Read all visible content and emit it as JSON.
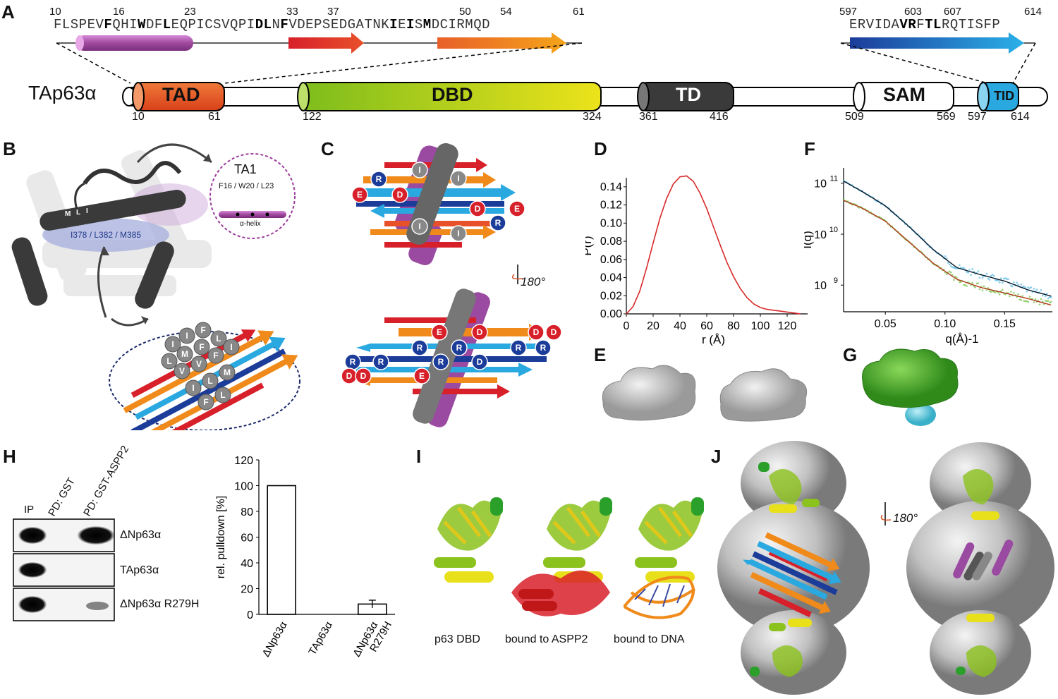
{
  "panels": {
    "A": "A",
    "B": "B",
    "C": "C",
    "D": "D",
    "E": "E",
    "F": "F",
    "G": "G",
    "H": "H",
    "I": "I",
    "J": "J"
  },
  "panelA": {
    "seq1_numbers": [
      "10",
      "16",
      "23",
      "33",
      "37",
      "50",
      "54",
      "61"
    ],
    "seq1_parts": [
      "FLSPEV",
      "F",
      "QHI",
      "W",
      "DF",
      "L",
      "EQPICSVQPI",
      "D",
      "L",
      "N",
      "F",
      "VDEPSEDGATNK",
      "I",
      "E",
      "I",
      "S",
      "M",
      "DCIRMQD"
    ],
    "seq2_numbers": [
      "597",
      "603",
      "607",
      "614"
    ],
    "seq2_parts": [
      "ERVIDA",
      "VR",
      "F",
      "TL",
      "RQTISFP"
    ],
    "protein_label": "TAp63α",
    "domains": [
      "TAD",
      "DBD",
      "TD",
      "SAM",
      "TID"
    ],
    "positions": [
      "10",
      "61",
      "122",
      "324",
      "361",
      "416",
      "509",
      "569",
      "597",
      "614"
    ]
  },
  "panelB": {
    "ta1_title": "TA1",
    "ta1_residues": "F16 / W20 / L23",
    "ta1_helix": "α-helix",
    "pocket_residues": "I378 / L382 / M385",
    "helix_letters": [
      "M",
      "L",
      "I"
    ],
    "sheet_letters": [
      "I",
      "I",
      "F",
      "L",
      "M",
      "F",
      "L",
      "V",
      "V",
      "F",
      "I",
      "I",
      "L",
      "M",
      "F",
      "L"
    ]
  },
  "panelC": {
    "rotation": "180°",
    "top_letters": [
      "R",
      "E",
      "D",
      "D",
      "E",
      "R",
      "I",
      "I",
      "I",
      "I"
    ],
    "bottom_letters": [
      "E",
      "D",
      "D",
      "D",
      "R",
      "R",
      "R",
      "R",
      "R",
      "R",
      "R",
      "D",
      "D",
      "D",
      "E"
    ]
  },
  "panelD": {
    "rotation_hidden": ""
  },
  "panelF": {
    "ytick_labels": [
      "10",
      "11",
      "10",
      "10",
      "10",
      "9"
    ]
  },
  "panelH": {
    "lane_labels": [
      "IP",
      "PD: GST",
      "PD: GST-ASPP2"
    ],
    "row_labels": [
      "ΔNp63α",
      "TAp63α",
      "ΔNp63α R279H"
    ]
  },
  "panelI": {
    "captions": [
      "p63 DBD",
      "bound to ASPP2",
      "bound to DNA"
    ]
  },
  "panelJ": {
    "rotation": "180°"
  },
  "colors": {
    "tad": "#e0521f",
    "dbd_start": "#8cc21d",
    "dbd_end": "#e8e01a",
    "td": "#3a3a3a",
    "tid": "#2aa8e0",
    "helix": "#a04aa0",
    "red": "#d8202a",
    "orange": "#f08a1a",
    "blue_dark": "#1c3c9a",
    "blue_light": "#2aa8e0",
    "grey": "#888888",
    "green": "#4caf2a"
  },
  "chart_data": [
    {
      "type": "line",
      "title": "",
      "xlabel": "r (Å)",
      "ylabel": "P(r)",
      "xlim": [
        0,
        130
      ],
      "ylim": [
        0,
        0.15
      ],
      "xticks": [
        "0",
        "20",
        "40",
        "60",
        "80",
        "100",
        "120"
      ],
      "yticks": [
        "0.00",
        "0.02",
        "0.04",
        "0.06",
        "0.08",
        "0.10",
        "0.12",
        "0.14"
      ],
      "x": [
        0,
        5,
        10,
        15,
        20,
        25,
        30,
        35,
        40,
        45,
        50,
        55,
        60,
        65,
        70,
        75,
        80,
        85,
        90,
        95,
        100,
        105,
        110,
        115,
        120,
        125,
        130
      ],
      "y": [
        0,
        0.008,
        0.025,
        0.05,
        0.078,
        0.105,
        0.127,
        0.143,
        0.151,
        0.152,
        0.146,
        0.133,
        0.116,
        0.096,
        0.076,
        0.057,
        0.041,
        0.028,
        0.018,
        0.011,
        0.007,
        0.005,
        0.004,
        0.003,
        0.002,
        0.001,
        0
      ]
    },
    {
      "type": "scatter",
      "title": "",
      "xlabel": "q(Å)-1",
      "ylabel": "I(q)",
      "scale": "log-y",
      "xticks": [
        "0.05",
        "0.10",
        "0.15"
      ],
      "xlim": [
        0.015,
        0.19
      ],
      "ylim": [
        300000000.0,
        200000000000.0
      ],
      "series": [
        {
          "color": "#4fb7e6",
          "x": [
            0.015,
            0.03,
            0.05,
            0.07,
            0.09,
            0.11,
            0.13,
            0.15,
            0.17,
            0.19
          ],
          "y": [
            110000000000.0,
            70000000000.0,
            36000000000.0,
            14000000000.0,
            5000000000.0,
            2200000000.0,
            1600000000.0,
            1200000000.0,
            800000000.0,
            600000000.0
          ]
        },
        {
          "color": "#6bbf3a",
          "x": [
            0.015,
            0.03,
            0.05,
            0.07,
            0.09,
            0.11,
            0.13,
            0.15,
            0.17,
            0.19
          ],
          "y": [
            46000000000.0,
            33000000000.0,
            18000000000.0,
            7000000000.0,
            2700000000.0,
            1300000000.0,
            900000000.0,
            700000000.0,
            540000000.0,
            400000000.0
          ]
        }
      ]
    },
    {
      "type": "bar",
      "title": "",
      "xlabel": "",
      "ylabel": "rel. pulldown [%]",
      "categories": [
        "ΔNp63α",
        "TAp63α",
        "ΔNp63α R279H"
      ],
      "values": [
        100,
        0,
        8
      ],
      "errors": [
        0,
        0,
        3
      ],
      "ylim": [
        0,
        120
      ],
      "yticks": [
        "0",
        "20",
        "40",
        "60",
        "80",
        "100",
        "120"
      ]
    }
  ]
}
